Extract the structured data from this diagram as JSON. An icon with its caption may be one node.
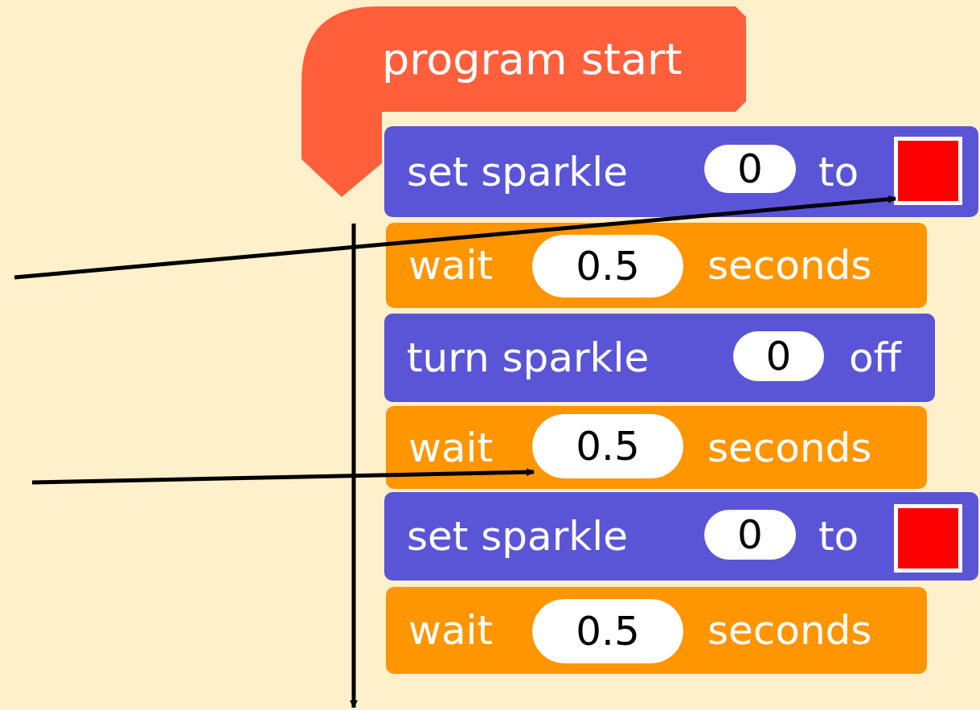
{
  "diagram": {
    "nodes": [
      {
        "text": [
          "program start"
        ]
      },
      {
        "text": [
          "set sparkle",
          "to"
        ]
      },
      {
        "text": [
          "0"
        ],
        "in": 1
      },
      {
        "text": [],
        "shape": "box",
        "in": 1
      },
      {
        "text": [
          "wait",
          "seconds"
        ]
      },
      {
        "text": [
          "0.5"
        ],
        "in": 4
      },
      {
        "text": [
          "turn sparkle",
          "off"
        ]
      },
      {
        "text": [
          "0"
        ],
        "in": 6
      },
      {
        "text": [
          "wait",
          "seconds"
        ]
      },
      {
        "text": [
          "0.5"
        ],
        "in": 8
      },
      {
        "text": [
          "set sparkle",
          "to"
        ]
      },
      {
        "text": [
          "0"
        ],
        "in": 10
      },
      {
        "text": [],
        "shape": "box",
        "in": 10
      },
      {
        "text": [
          "wait",
          "seconds"
        ]
      },
      {
        "text": [
          "0.5"
        ],
        "in": 13
      }
    ],
    "edges": [
      {
        "from": null,
        "to": 3,
        "arrow": "to"
      },
      {
        "from": null,
        "to": 9,
        "arrow": "to"
      }
    ]
  }
}
